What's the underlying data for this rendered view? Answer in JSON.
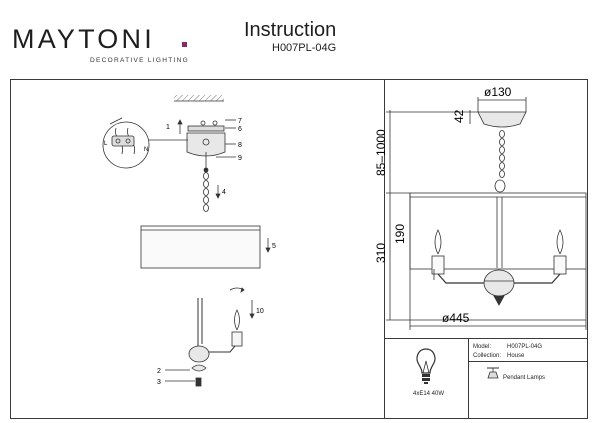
{
  "brand": {
    "name": "MAYTONI",
    "tagline": "DECORATIVE LIGHTING",
    "accent_color": "#8b2a6b"
  },
  "header": {
    "title": "Instruction",
    "model": "H007PL-04G"
  },
  "steps": [
    "1",
    "2",
    "3",
    "4",
    "5",
    "6",
    "7",
    "8",
    "9",
    "10"
  ],
  "wiring": {
    "live": "L",
    "neutral": "N"
  },
  "dimensions": {
    "canopy_diameter": "ø130",
    "canopy_height": "42",
    "chain_range": "85–1000",
    "total_height": "310",
    "shade_height": "190",
    "shade_diameter": "ø445"
  },
  "info": {
    "model_label": "Model:",
    "model_value": "H007PL-04G",
    "collection_label": "Collection:",
    "collection_value": "House",
    "bulb_spec": "4xE14 40W",
    "category": "Pendant Lamps",
    "icons": [
      "bulb-icon",
      "pendant-lamp-icon"
    ]
  }
}
